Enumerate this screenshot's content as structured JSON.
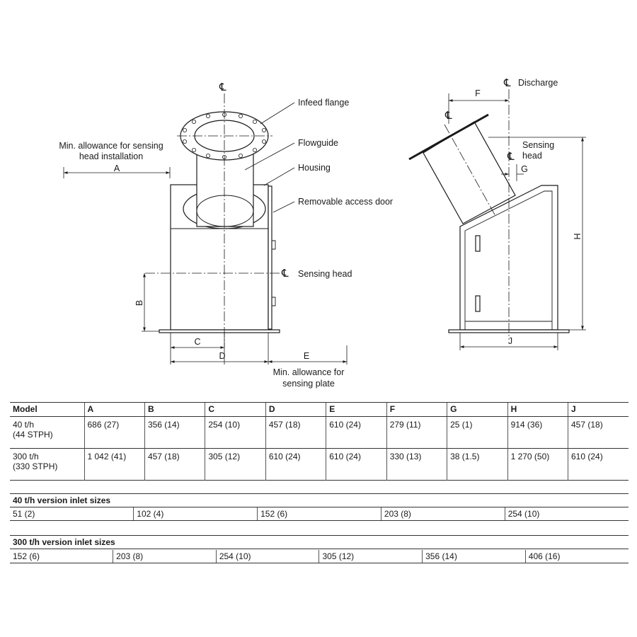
{
  "diagram": {
    "labels": {
      "centerline": "℄",
      "discharge": "Discharge",
      "infeed_flange": "Infeed flange",
      "flowguide": "Flowguide",
      "housing": "Housing",
      "access_door": "Removable access door",
      "sensing_head": "Sensing head",
      "sensing_head_line1": "Sensing",
      "sensing_head_line2": "head",
      "min_allowance_head_line1": "Min. allowance for sensing",
      "min_allowance_head_line2": "head installation",
      "min_allowance_plate_line1": "Min. allowance for",
      "min_allowance_plate_line2": "sensing plate"
    },
    "dim_letters": {
      "A": "A",
      "B": "B",
      "C": "C",
      "D": "D",
      "E": "E",
      "F": "F",
      "G": "G",
      "H": "H",
      "J": "J"
    }
  },
  "dimensions_table": {
    "headers": [
      "Model",
      "A",
      "B",
      "C",
      "D",
      "E",
      "F",
      "G",
      "H",
      "J"
    ],
    "rows": [
      {
        "model_line1": "40 t/h",
        "model_line2": "(44 STPH)",
        "values": [
          "686 (27)",
          "356 (14)",
          "254 (10)",
          "457 (18)",
          "610 (24)",
          "279 (11)",
          "25 (1)",
          "914 (36)",
          "457 (18)"
        ]
      },
      {
        "model_line1": "300 t/h",
        "model_line2": "(330 STPH)",
        "values": [
          "1 042 (41)",
          "457 (18)",
          "305 (12)",
          "610 (24)",
          "610 (24)",
          "330 (13)",
          "38 (1.5)",
          "1 270 (50)",
          "610 (24)"
        ]
      }
    ]
  },
  "inlet_sizes_40": {
    "title": "40 t/h version inlet sizes",
    "sizes": [
      "51 (2)",
      "102 (4)",
      "152 (6)",
      "203 (8)",
      "254 (10)"
    ]
  },
  "inlet_sizes_300": {
    "title": "300 t/h version inlet sizes",
    "sizes": [
      "152 (6)",
      "203 (8)",
      "254 (10)",
      "305 (12)",
      "356 (14)",
      "406 (16)"
    ]
  }
}
